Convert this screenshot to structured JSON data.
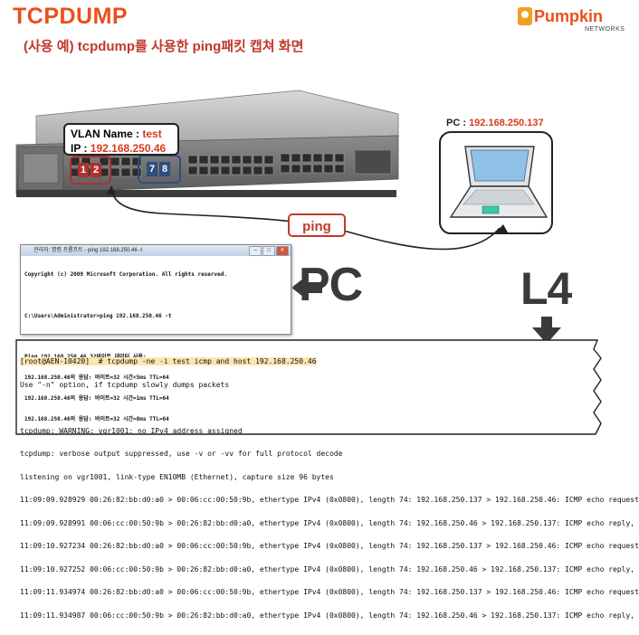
{
  "header": {
    "title": "TCPDUMP",
    "subtitle": "(사용 예) tcpdump를 사용한 ping패킷 캡쳐 화면"
  },
  "logo": {
    "name": "Pumpkin",
    "tagline": "NETWORKS"
  },
  "switch": {
    "vlan_name_label": "VLAN Name :",
    "vlan_name_value": "test",
    "ip_label": "IP :",
    "ip_value": "192.168.250.46",
    "ports_left": [
      "1",
      "2"
    ],
    "ports_right": [
      "7",
      "8"
    ]
  },
  "pc": {
    "label": "PC :",
    "ip": "192.168.250.137"
  },
  "ping_label": "ping",
  "big_labels": {
    "pc": "PC",
    "l4": "L4"
  },
  "cmd_window": {
    "title": "관리자: 명령 프롬프트 - ping  192.168.250.46 -t",
    "lines": [
      "Copyright (c) 2009 Microsoft Corporation. All rights reserved.",
      "",
      "C:\\Users\\Administrator>ping 192.168.250.46 -t",
      "",
      "Ping 192.168.250.46 32바이트 데이터 사용:",
      "192.168.250.46의 응답: 바이트=32 시간<5ms TTL=64",
      "192.168.250.46의 응답: 바이트=32 시간=1ms TTL=64",
      "192.168.250.46의 응답: 바이트=32 시간=8ms TTL=64"
    ]
  },
  "terminal": {
    "prompt": "[root@AEN-10420]  # tcpdump -ne -i test icmp and host 192.168.250.46",
    "lines": [
      "Use \"-n\" option, if tcpdump slowly dumps packets",
      "",
      "tcpdump: WARNING: vgr1001: no IPv4 address assigned",
      "tcpdump: verbose output suppressed, use -v or -vv for full protocol decode",
      "listening on vgr1001, link-type EN10MB (Ethernet), capture size 96 bytes",
      "11:09:09.928929 00:26:82:bb:d0:a0 > 00:06:cc:00:50:9b, ethertype IPv4 (0x0800), length 74: 192.168.250.137 > 192.168.250.46: ICMP echo request",
      "11:09:09.928991 00:06:cc:00:50:9b > 00:26:82:bb:d0:a0, ethertype IPv4 (0x0800), length 74: 192.168.250.46 > 192.168.250.137: ICMP echo reply,",
      "11:09:10.927234 00:26:82:bb:d0:a0 > 00:06:cc:00:50:9b, ethertype IPv4 (0x0800), length 74: 192.168.250.137 > 192.168.250.46: ICMP echo request",
      "11:09:10.927252 00:06:cc:00:50:9b > 00:26:82:bb:d0:a0, ethertype IPv4 (0x0800), length 74: 192.168.250.46 > 192.168.250.137: ICMP echo reply,",
      "11:09:11.934974 00:26:82:bb:d0:a0 > 00:06:cc:00:50:9b, ethertype IPv4 (0x0800), length 74: 192.168.250.137 > 192.168.250.46: ICMP echo request",
      "11:09:11.934987 00:06:cc:00:50:9b > 00:26:82:bb:d0:a0, ethertype IPv4 (0x0800), length 74: 192.168.250.46 > 192.168.250.137: ICMP echo reply,"
    ]
  },
  "colors": {
    "accent": "#e8501c",
    "highlight": "#d63a1a",
    "port_red": "#b03030",
    "port_blue": "#2c4f80"
  }
}
